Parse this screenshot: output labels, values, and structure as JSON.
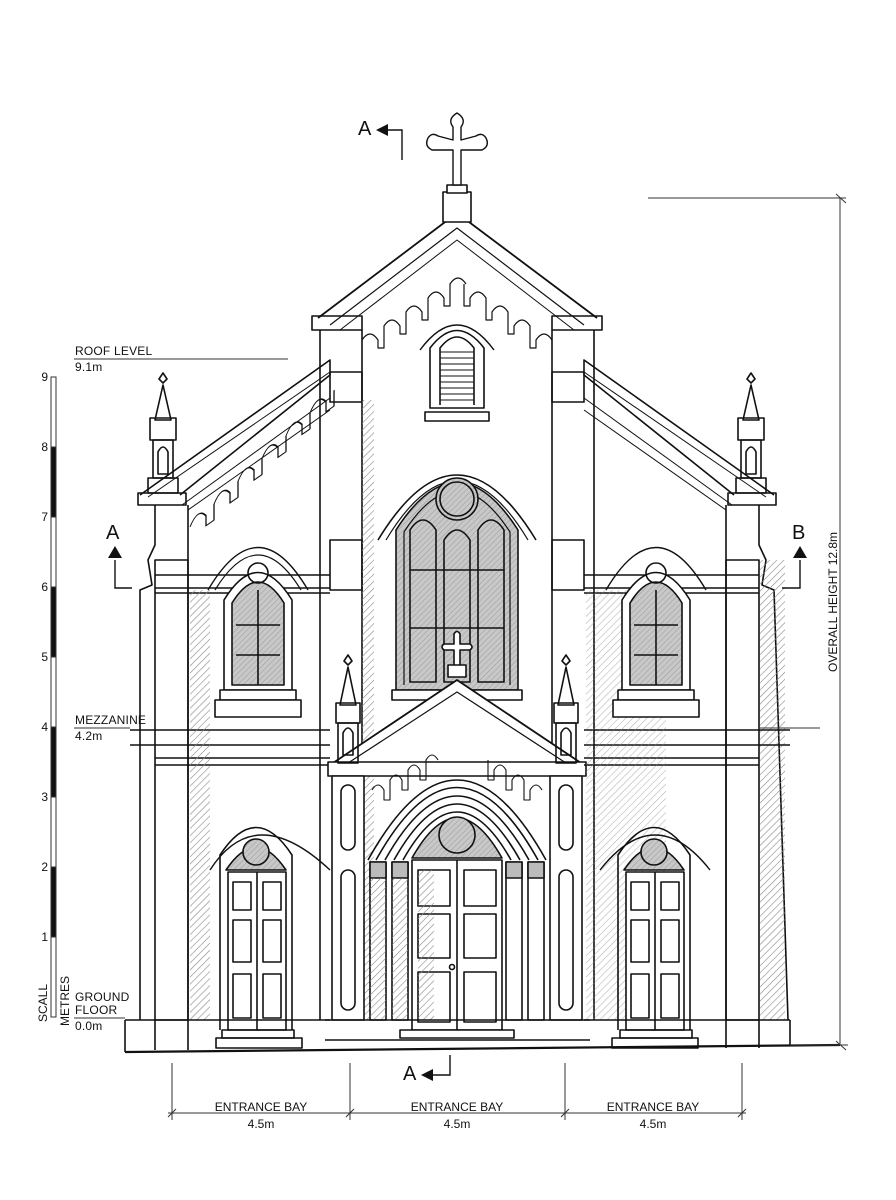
{
  "drawing": {
    "type": "architectural front elevation",
    "subject": "Gothic revival church facade with three entrance bays"
  },
  "levels": [
    {
      "name": "ROOF LEVEL",
      "value": "9.1m"
    },
    {
      "name": "MEZZANINE",
      "value": "4.2m"
    },
    {
      "name": "GROUND FLOOR",
      "value": "0.0m",
      "name_line1": "GROUND",
      "name_line2": "FLOOR"
    }
  ],
  "scale_bar": {
    "label_units": "METRES",
    "label_title": "SCALL",
    "ticks": [
      "9",
      "8",
      "7",
      "6",
      "5",
      "4",
      "3",
      "2",
      "1"
    ],
    "segments": [
      "white",
      "black",
      "white",
      "black",
      "white",
      "black",
      "white",
      "black",
      "white"
    ]
  },
  "section_markers": [
    {
      "id": "A",
      "position": "top",
      "direction": "left"
    },
    {
      "id": "A",
      "position": "left",
      "direction": "up"
    },
    {
      "id": "B",
      "position": "right",
      "direction": "up"
    },
    {
      "id": "A",
      "position": "bottom",
      "direction": "left"
    }
  ],
  "overall_height": {
    "label": "OVERALL HEIGHT 12.8m"
  },
  "bays": [
    {
      "label": "ENTRANCE BAY",
      "width": "4.5m"
    },
    {
      "label": "ENTRANCE BAY",
      "width": "4.5m"
    },
    {
      "label": "ENTRANCE BAY",
      "width": "4.5m"
    }
  ],
  "colors": {
    "line": "#111111",
    "hatch": "#8a8a8a",
    "glass": "#bdbdbd",
    "paper": "#ffffff"
  }
}
